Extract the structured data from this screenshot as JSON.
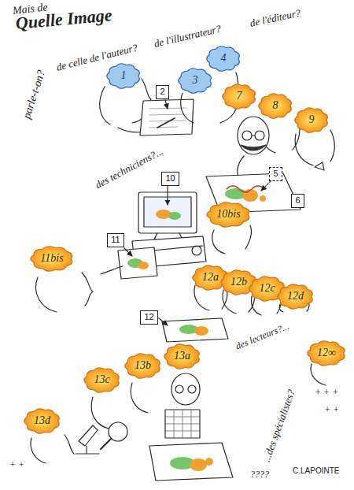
{
  "diagram": {
    "nodes": [
      {
        "text": [
          "1"
        ]
      },
      {
        "text": [
          "2"
        ]
      },
      {
        "text": [
          "3"
        ]
      },
      {
        "text": [
          "4"
        ]
      },
      {
        "text": [
          "7"
        ]
      },
      {
        "text": [
          "8"
        ]
      },
      {
        "text": [
          "9"
        ]
      },
      {
        "text": [
          "5"
        ]
      },
      {
        "text": [
          "6"
        ]
      },
      {
        "text": [
          "10"
        ]
      },
      {
        "text": [
          "10bis"
        ]
      },
      {
        "text": [
          "11"
        ]
      },
      {
        "text": [
          "11bis"
        ]
      },
      {
        "text": [
          "12a"
        ]
      },
      {
        "text": [
          "12b"
        ]
      },
      {
        "text": [
          "12c"
        ]
      },
      {
        "text": [
          "12d"
        ]
      },
      {
        "text": [
          "12∞"
        ]
      },
      {
        "text": [
          "12"
        ]
      },
      {
        "text": [
          "13a"
        ]
      },
      {
        "text": [
          "13b"
        ]
      },
      {
        "text": [
          "13c"
        ]
      },
      {
        "text": [
          "13d"
        ]
      }
    ],
    "labels": [
      "Mais de",
      "Quelle Image",
      "parle-t-on?",
      "de celle de l'auteur?",
      "de l'illustrateur?",
      "de l'éditeur?",
      "des techniciens?...",
      "des lecteurs?...",
      "+ + +",
      "+ +",
      "+ +",
      "...des spécialistes?",
      "????",
      "C.LAPOINTE"
    ]
  }
}
